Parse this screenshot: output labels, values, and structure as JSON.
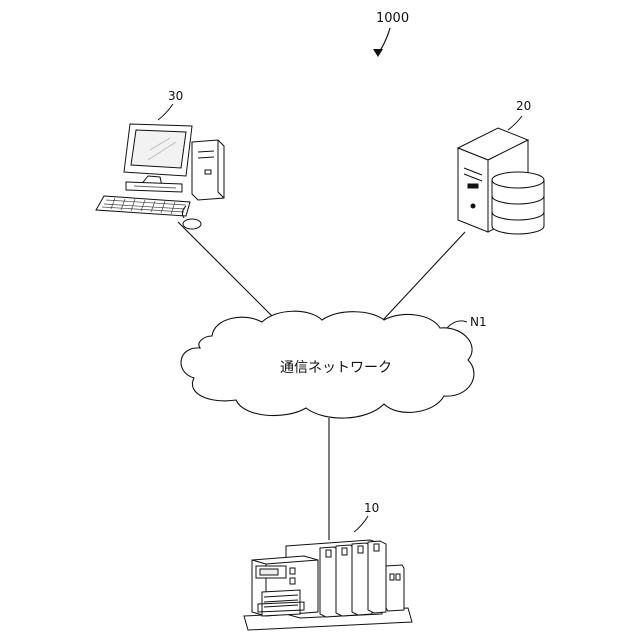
{
  "diagram": {
    "system_ref": "1000",
    "network": {
      "ref": "N1",
      "label": "通信ネットワーク"
    },
    "nodes": [
      {
        "id": "terminal",
        "ref": "30",
        "icon": "desktop-computer-icon"
      },
      {
        "id": "server",
        "ref": "20",
        "icon": "database-server-icon"
      },
      {
        "id": "machine",
        "ref": "10",
        "icon": "printing-machine-icon"
      }
    ],
    "edges": [
      {
        "from": "terminal",
        "to": "network"
      },
      {
        "from": "server",
        "to": "network"
      },
      {
        "from": "network",
        "to": "machine"
      }
    ]
  }
}
